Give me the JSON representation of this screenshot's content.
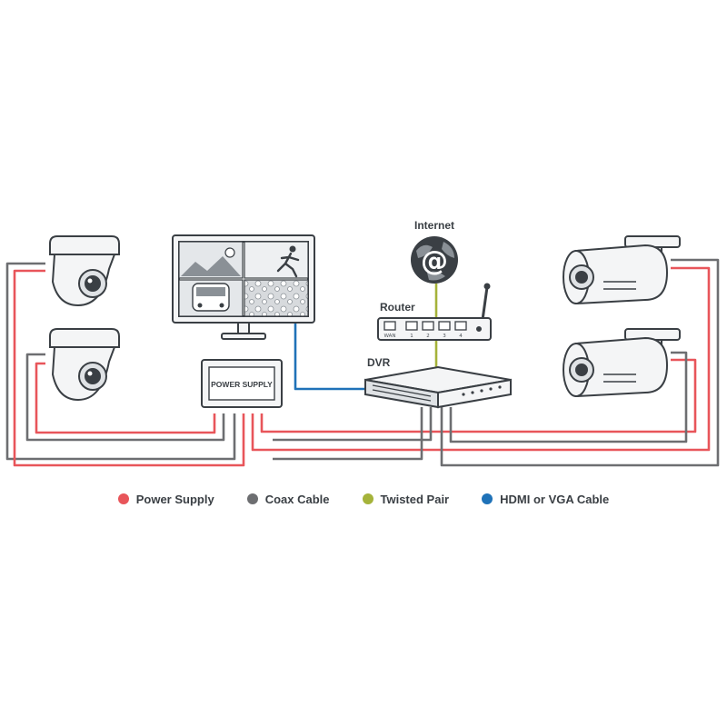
{
  "labels": {
    "internet": "Internet",
    "router": "Router",
    "dvr": "DVR",
    "power_box": "POWER SUPPLY",
    "at_sign": "@"
  },
  "router_ports": [
    "WAN",
    "1",
    "2",
    "3",
    "4"
  ],
  "legend": [
    {
      "key": "power",
      "label": "Power Supply",
      "color": "#e8555a"
    },
    {
      "key": "coax",
      "label": "Coax Cable",
      "color": "#6d6e71"
    },
    {
      "key": "twisted",
      "label": "Twisted Pair",
      "color": "#a5b33a"
    },
    {
      "key": "hdmi",
      "label": "HDMI or VGA Cable",
      "color": "#1f72b8"
    }
  ],
  "colors": {
    "power": "#e8555a",
    "coax": "#6d6e71",
    "twisted": "#a5b33a",
    "hdmi": "#1f72b8",
    "outline": "#3a3f44",
    "device_fill": "#f4f5f6"
  },
  "icons": [
    "dome-camera-icon",
    "bullet-camera-icon",
    "monitor-icon",
    "globe-icon",
    "router-icon",
    "dvr-icon",
    "power-supply-icon"
  ]
}
